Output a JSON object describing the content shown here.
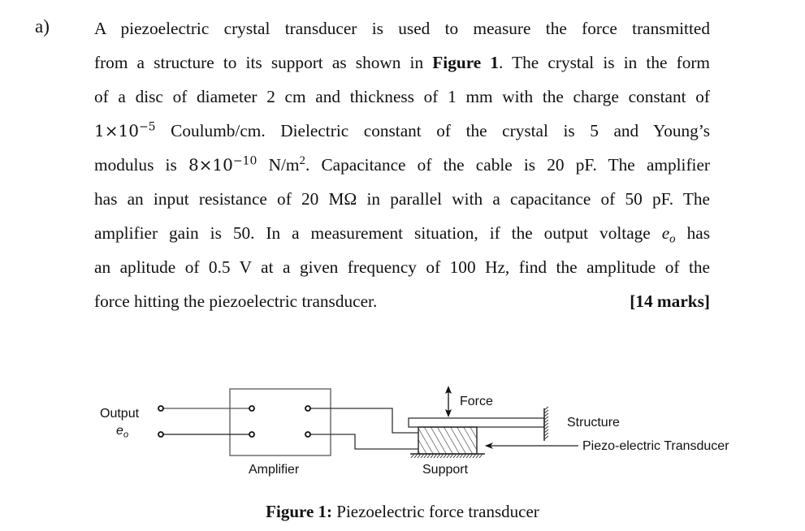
{
  "question": {
    "label": "a)",
    "lines": [
      "A piezoelectric crystal transducer is used to measure the force transmitted",
      "from a structure to its support as shown in",
      "of a disc of diameter 2 cm and thickness of 1 mm with the charge constant of",
      "Coulumb/cm. Dielectric constant of the crystal is 5 and Young’s",
      "modulus is",
      "has an input resistance of 20 MΩ in parallel with a capacitance of 50 pF. The",
      "amplifier gain is 50. In a measurement situation, if the output voltage",
      "an aplitude of 0.5 V at a given frequency of 100 Hz, find the amplitude of the",
      "force hitting the piezoelectric transducer."
    ],
    "figure_ref": "Figure 1",
    "line2_tail": ". The crystal is in the form",
    "charge_constant": {
      "mantissa": "1×10",
      "exponent": "−5"
    },
    "youngs_modulus": {
      "mantissa": "8×10",
      "exponent": "−10",
      "unit_base": "N/m",
      "unit_exp": "2"
    },
    "line5_tail": ". Capacitance of the cable is 20 pF. The amplifier",
    "output_voltage_symbol": {
      "base": "e",
      "sub": "o"
    },
    "line7_tail": "has",
    "marks": "[14 marks]"
  },
  "diagram": {
    "output_label": "Output",
    "output_symbol": {
      "base": "e",
      "sub": "o"
    },
    "amplifier_label": "Amplifier",
    "force_label": "Force",
    "structure_label": "Structure",
    "transducer_label": "Piezo-electric Transducer",
    "support_label": "Support"
  },
  "caption": {
    "prefix": "Figure 1:",
    "text": "Piezoelectric force transducer"
  }
}
